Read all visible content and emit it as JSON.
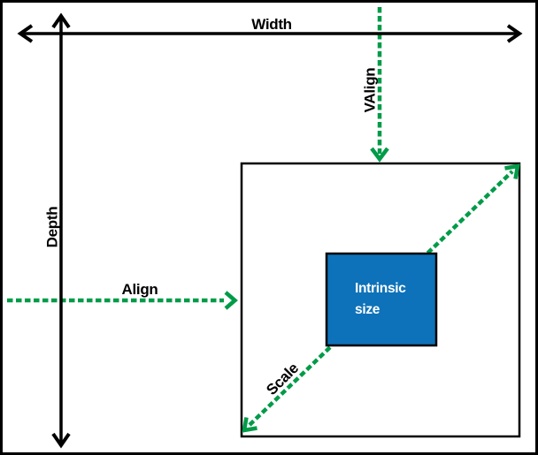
{
  "diagram": {
    "labels": {
      "width": "Width",
      "depth": "Depth",
      "valign": "VAlign",
      "align": "Align",
      "scale": "Scale",
      "intrinsic_size_lines": [
        "Intrinsic",
        "size"
      ]
    },
    "colors": {
      "frame_black": "#000000",
      "arrow_green": "#009B48",
      "intrinsic_box_blue": "#0D72B9",
      "intrinsic_text_white": "#FFFFFF",
      "background_white": "#FFFFFF"
    }
  }
}
